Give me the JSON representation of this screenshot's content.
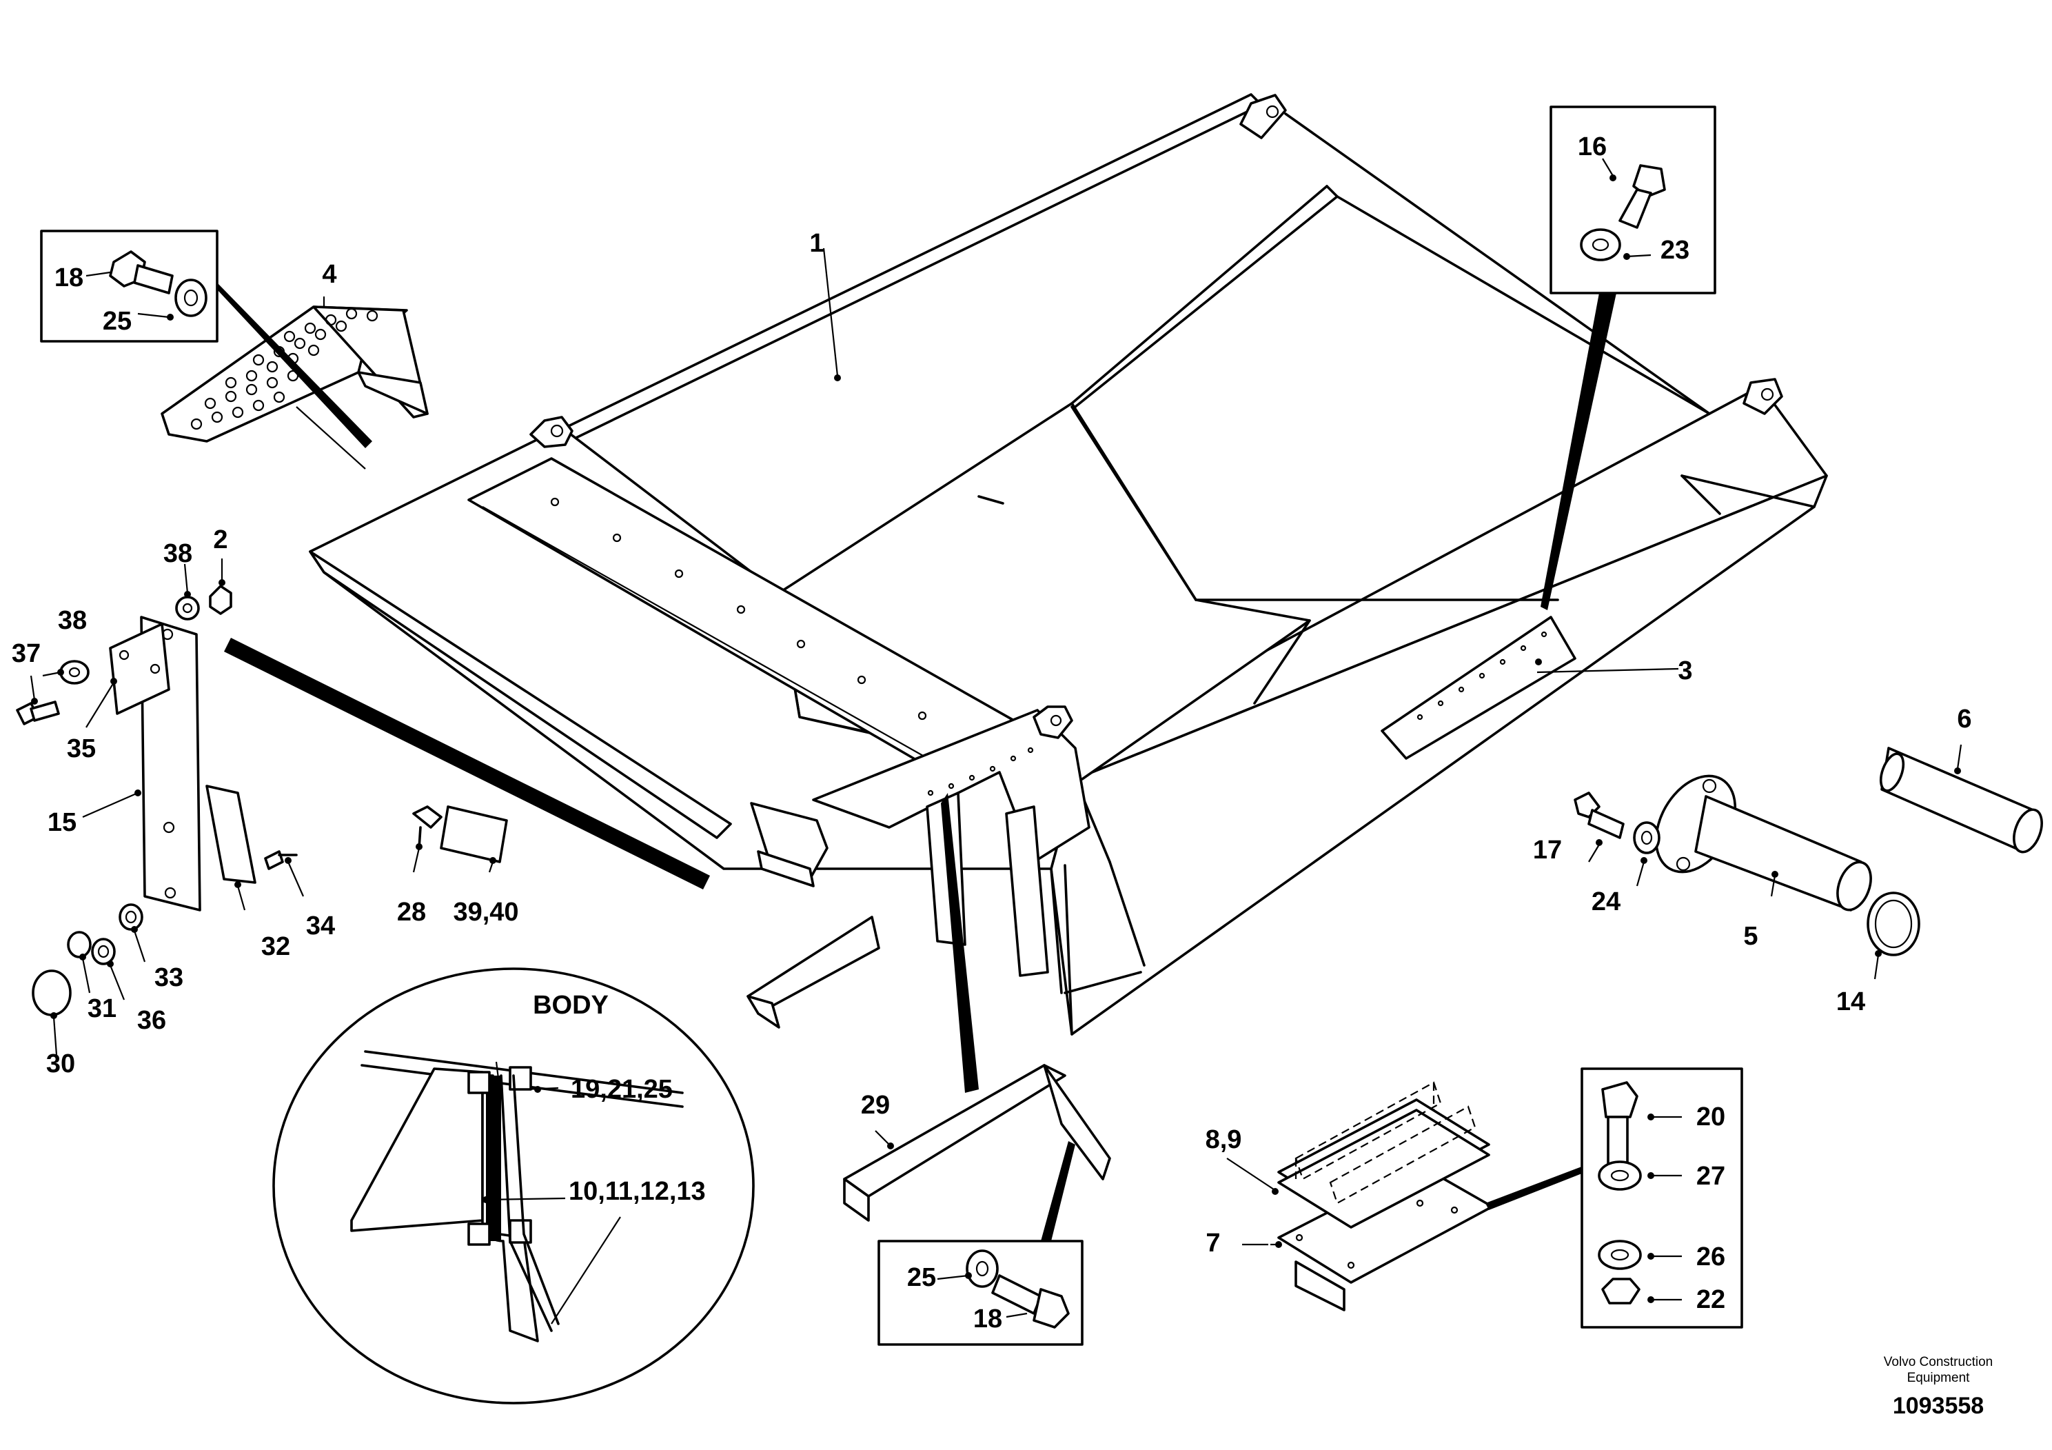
{
  "callouts": [
    {
      "id": "c1",
      "text": "1"
    },
    {
      "id": "c2",
      "text": "2"
    },
    {
      "id": "c3",
      "text": "3"
    },
    {
      "id": "c4",
      "text": "4"
    },
    {
      "id": "c5",
      "text": "5"
    },
    {
      "id": "c6",
      "text": "6"
    },
    {
      "id": "c7",
      "text": "7"
    },
    {
      "id": "c89",
      "text": "8,9"
    },
    {
      "id": "c14",
      "text": "14"
    },
    {
      "id": "c15",
      "text": "15"
    },
    {
      "id": "c16",
      "text": "16"
    },
    {
      "id": "c17",
      "text": "17"
    },
    {
      "id": "c18a",
      "text": "18"
    },
    {
      "id": "c18b",
      "text": "18"
    },
    {
      "id": "c20",
      "text": "20"
    },
    {
      "id": "c22",
      "text": "22"
    },
    {
      "id": "c23",
      "text": "23"
    },
    {
      "id": "c24",
      "text": "24"
    },
    {
      "id": "c25a",
      "text": "25"
    },
    {
      "id": "c25b",
      "text": "25"
    },
    {
      "id": "c26",
      "text": "26"
    },
    {
      "id": "c27",
      "text": "27"
    },
    {
      "id": "c28",
      "text": "28"
    },
    {
      "id": "c29",
      "text": "29"
    },
    {
      "id": "c30",
      "text": "30"
    },
    {
      "id": "c31",
      "text": "31"
    },
    {
      "id": "c32",
      "text": "32"
    },
    {
      "id": "c33",
      "text": "33"
    },
    {
      "id": "c34",
      "text": "34"
    },
    {
      "id": "c35",
      "text": "35"
    },
    {
      "id": "c36",
      "text": "36"
    },
    {
      "id": "c37",
      "text": "37"
    },
    {
      "id": "c38a",
      "text": "38"
    },
    {
      "id": "c38b",
      "text": "38"
    },
    {
      "id": "c3940",
      "text": "39,40"
    },
    {
      "id": "c192125",
      "text": "19,21,25"
    },
    {
      "id": "c10111213",
      "text": "10,11,12,13"
    }
  ],
  "detail_label": "BODY",
  "brand": {
    "line1": "Volvo Construction",
    "line2": "Equipment"
  },
  "illustration_id": "1093558"
}
